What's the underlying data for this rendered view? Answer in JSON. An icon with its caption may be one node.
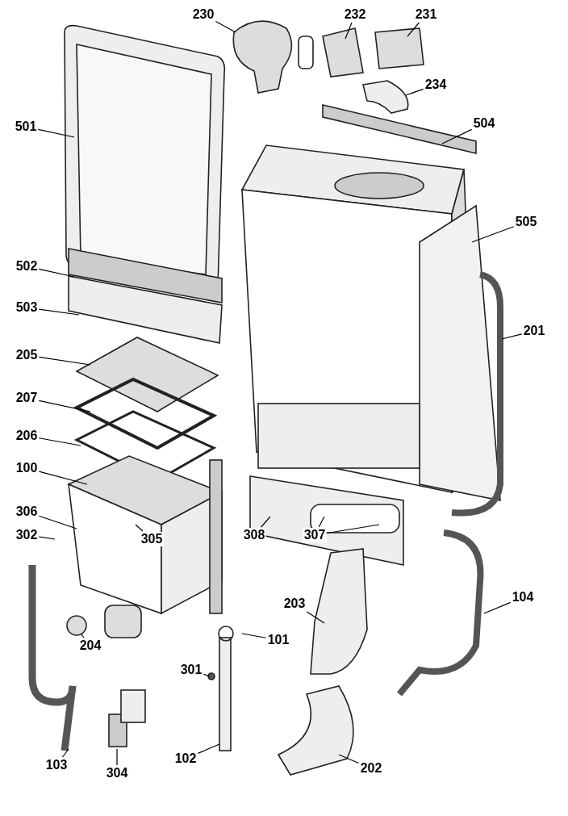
{
  "diagram": {
    "nodes": [
      {
        "text": [
          "230"
        ]
      },
      {
        "text": [
          "232"
        ]
      },
      {
        "text": [
          "231"
        ]
      },
      {
        "text": [
          "234"
        ]
      },
      {
        "text": [
          "504"
        ]
      },
      {
        "text": [
          "501"
        ]
      },
      {
        "text": [
          "505"
        ]
      },
      {
        "text": [
          "502"
        ]
      },
      {
        "text": [
          "503"
        ]
      },
      {
        "text": [
          "201"
        ]
      },
      {
        "text": [
          "205"
        ]
      },
      {
        "text": [
          "207"
        ]
      },
      {
        "text": [
          "206"
        ]
      },
      {
        "text": [
          "100"
        ]
      },
      {
        "text": [
          "306"
        ]
      },
      {
        "text": [
          "302"
        ]
      },
      {
        "text": [
          "308"
        ]
      },
      {
        "text": [
          "307"
        ]
      },
      {
        "text": [
          "305"
        ]
      },
      {
        "text": [
          "104"
        ]
      },
      {
        "text": [
          "203"
        ]
      },
      {
        "text": [
          "101"
        ]
      },
      {
        "text": [
          "204"
        ]
      },
      {
        "text": [
          "301"
        ]
      },
      {
        "text": [
          "102"
        ]
      },
      {
        "text": [
          "103"
        ]
      },
      {
        "text": [
          "202"
        ]
      },
      {
        "text": [
          "304"
        ]
      }
    ],
    "edges": [
      {
        "from": 0,
        "to": null,
        "arrow": "none"
      },
      {
        "from": 1,
        "to": null,
        "arrow": "none"
      },
      {
        "from": 2,
        "to": null,
        "arrow": "none"
      },
      {
        "from": 3,
        "to": null,
        "arrow": "none"
      },
      {
        "from": 4,
        "to": null,
        "arrow": "none"
      },
      {
        "from": 5,
        "to": null,
        "arrow": "none"
      },
      {
        "from": 6,
        "to": null,
        "arrow": "none"
      },
      {
        "from": 7,
        "to": null,
        "arrow": "none"
      },
      {
        "from": 8,
        "to": null,
        "arrow": "none"
      },
      {
        "from": 9,
        "to": null,
        "arrow": "none"
      },
      {
        "from": 10,
        "to": null,
        "arrow": "none"
      },
      {
        "from": 11,
        "to": null,
        "arrow": "none"
      },
      {
        "from": 12,
        "to": null,
        "arrow": "none"
      },
      {
        "from": 13,
        "to": null,
        "arrow": "none"
      },
      {
        "from": 14,
        "to": null,
        "arrow": "none"
      },
      {
        "from": 15,
        "to": null,
        "arrow": "none"
      },
      {
        "from": 16,
        "to": null,
        "arrow": "none"
      },
      {
        "from": 17,
        "to": null,
        "arrow": "none"
      },
      {
        "from": 17,
        "to": null,
        "arrow": "none"
      },
      {
        "from": 18,
        "to": null,
        "arrow": "none"
      },
      {
        "from": 19,
        "to": null,
        "arrow": "none"
      },
      {
        "from": 20,
        "to": null,
        "arrow": "none"
      },
      {
        "from": 21,
        "to": null,
        "arrow": "none"
      },
      {
        "from": 22,
        "to": null,
        "arrow": "none"
      },
      {
        "from": 23,
        "to": null,
        "arrow": "none"
      },
      {
        "from": 24,
        "to": null,
        "arrow": "none"
      },
      {
        "from": 25,
        "to": null,
        "arrow": "none"
      },
      {
        "from": 26,
        "to": null,
        "arrow": "none"
      },
      {
        "from": 27,
        "to": null,
        "arrow": "none"
      }
    ]
  }
}
